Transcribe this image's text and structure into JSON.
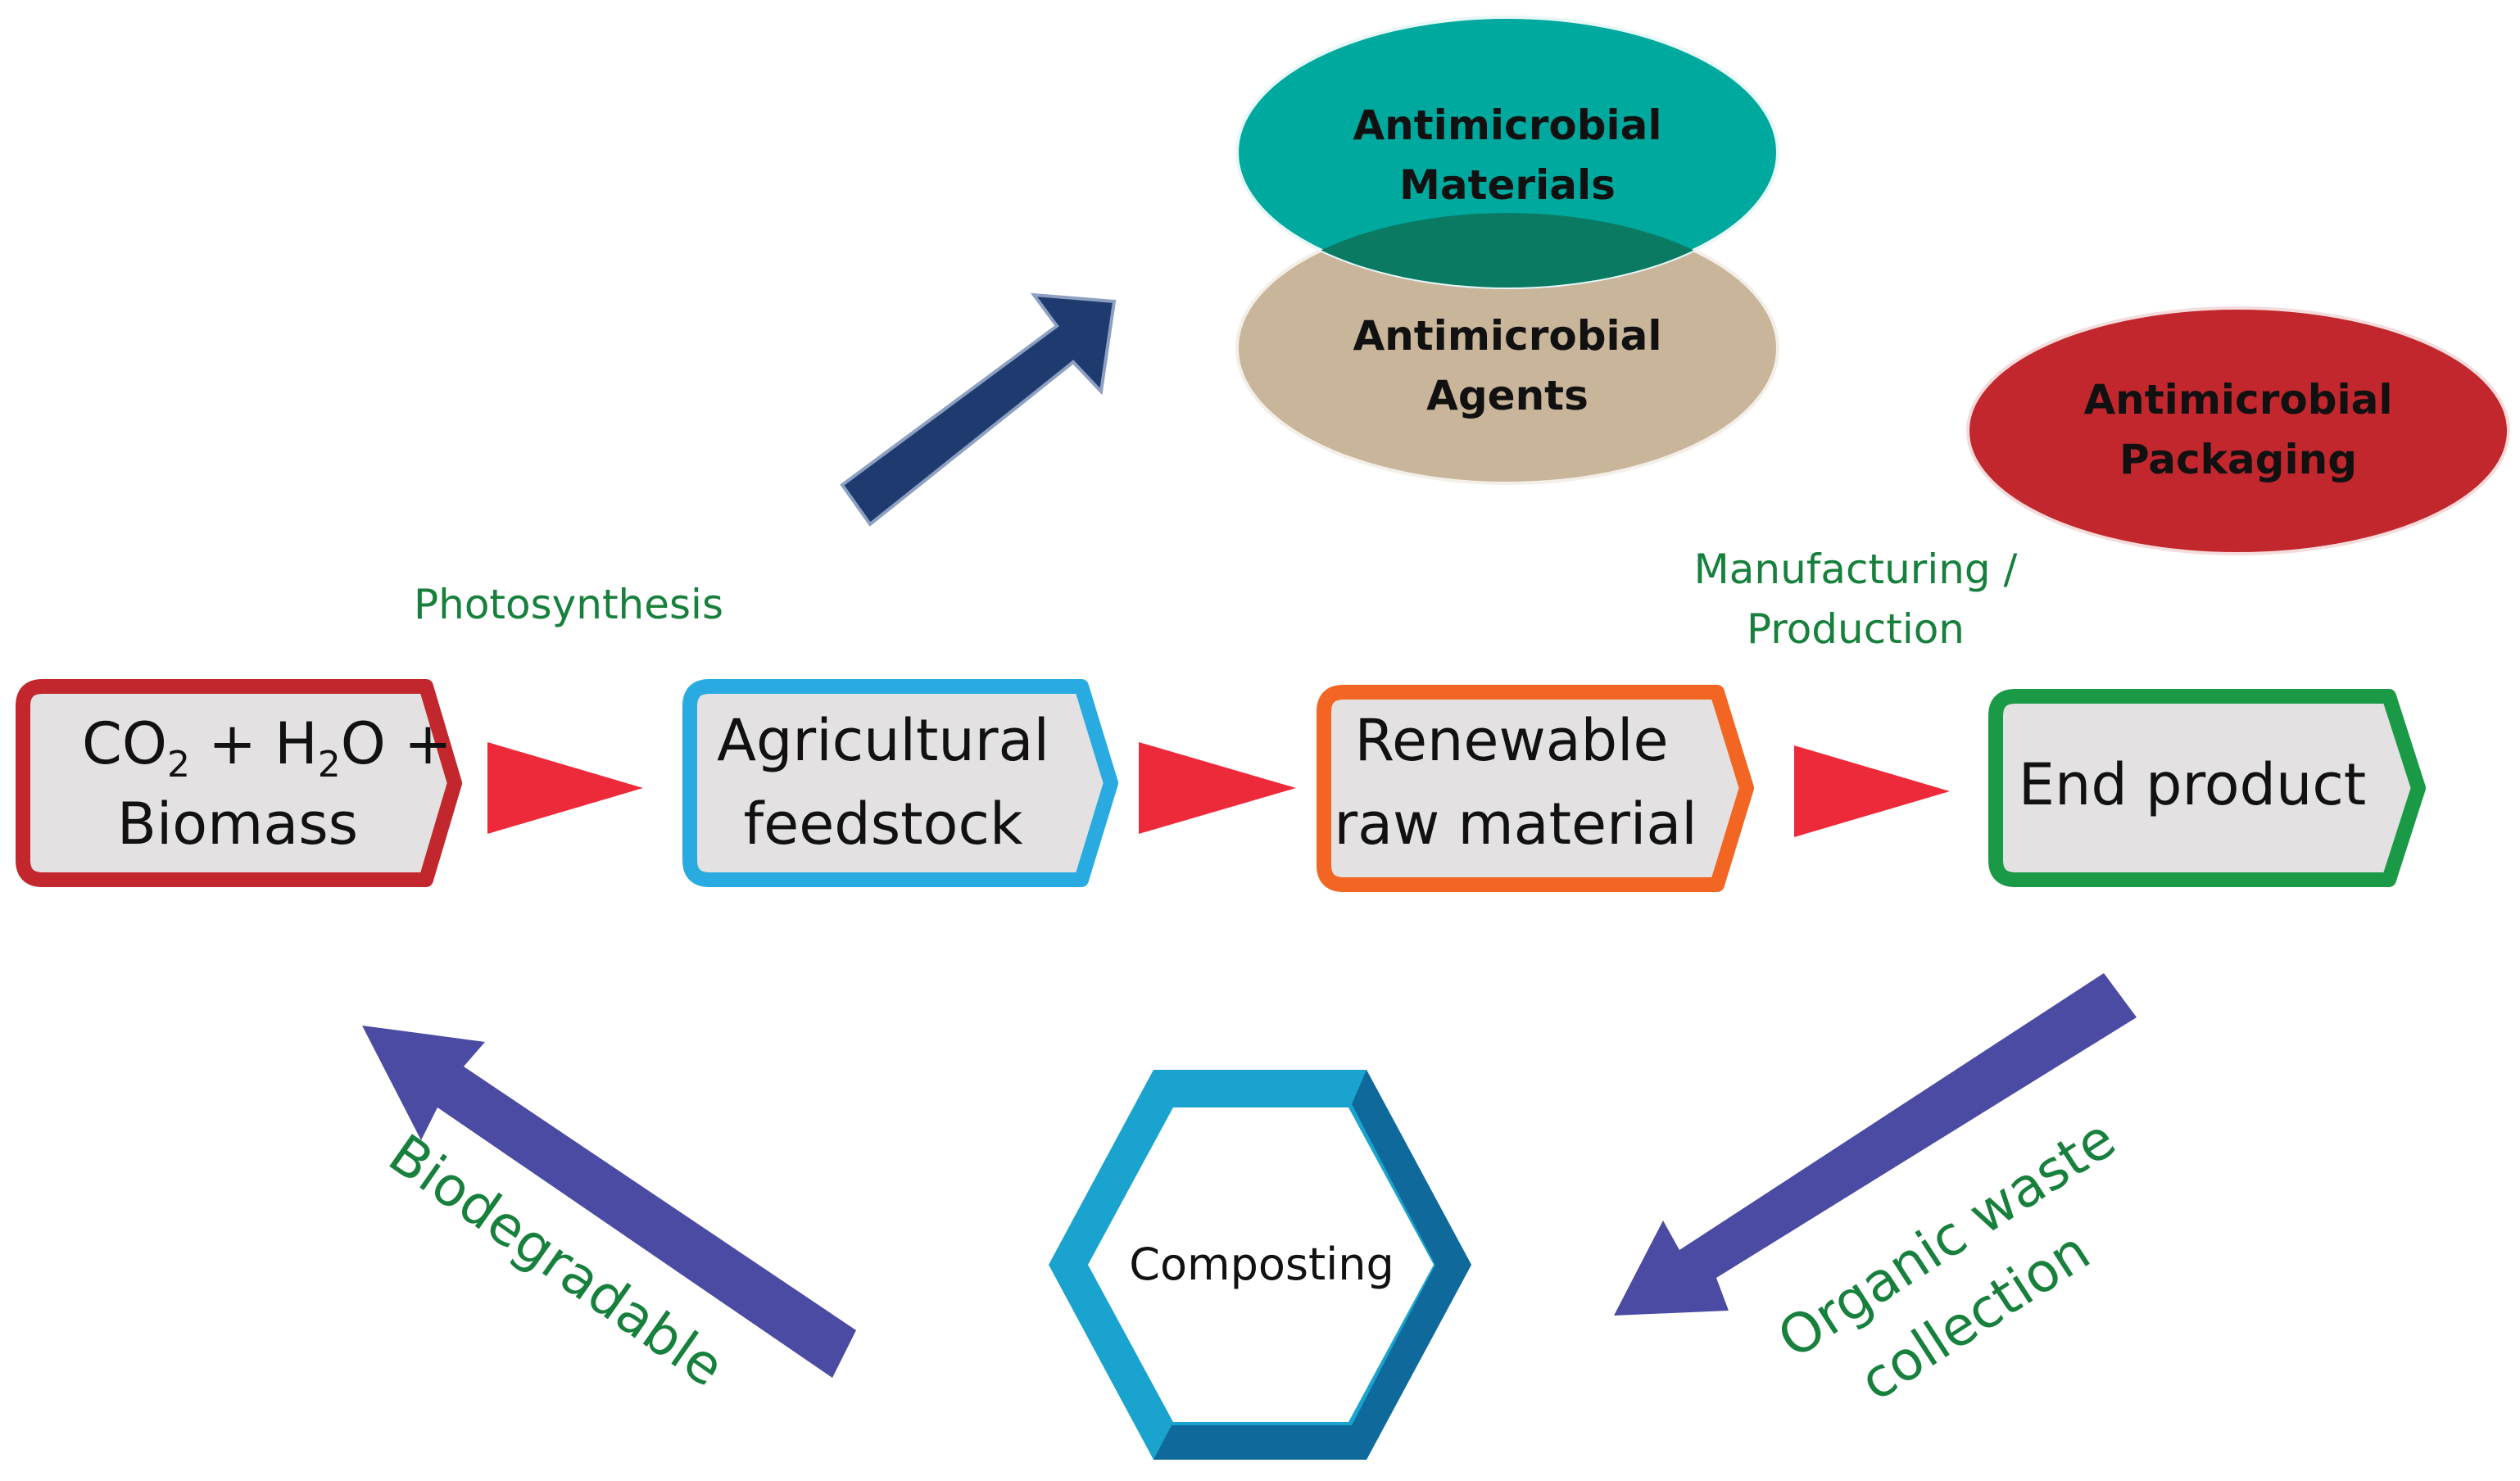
{
  "ovals": {
    "materials": {
      "line1": "Antimicrobial",
      "line2": "Materials"
    },
    "agents": {
      "line1": "Antimicrobial",
      "line2": "Agents"
    },
    "packaging": {
      "line1": "Antimicrobial",
      "line2": "Packaging"
    }
  },
  "steps": {
    "biomass": {
      "co": "CO",
      "sub1": "2",
      "mid": " + H",
      "sub2": "2",
      "end": "O +",
      "line2": "Biomass"
    },
    "feedstock": {
      "line1": "Agricultural",
      "line2": "feedstock"
    },
    "raw_material": {
      "line1": "Renewable",
      "line2": "raw material"
    },
    "end_product": {
      "line1": "End product"
    }
  },
  "labels": {
    "photosynthesis": "Photosynthesis",
    "manufacturing_line1": "Manufacturing /",
    "manufacturing_line2": "Production",
    "biodegradable": "Biodegradable",
    "organic_line1": "Organic waste",
    "organic_line2": "collection",
    "composting": "Composting"
  },
  "colors": {
    "teal_oval": "#00a99d",
    "tan_oval": "#c8b59a",
    "red_oval": "#c1272d",
    "box_fill": "#e3e1e1",
    "biomass_border": "#c1272d",
    "feedstock_border": "#29abe2",
    "raw_border": "#f26522",
    "end_border": "#1a9a46",
    "red_arrow": "#ed2a3a",
    "navy_arrow": "#1e3a6e",
    "purple_arrow": "#4b4ba3",
    "hex_light": "#1aa3cf",
    "hex_dark": "#0f6a9b",
    "green_text": "#17803c"
  }
}
